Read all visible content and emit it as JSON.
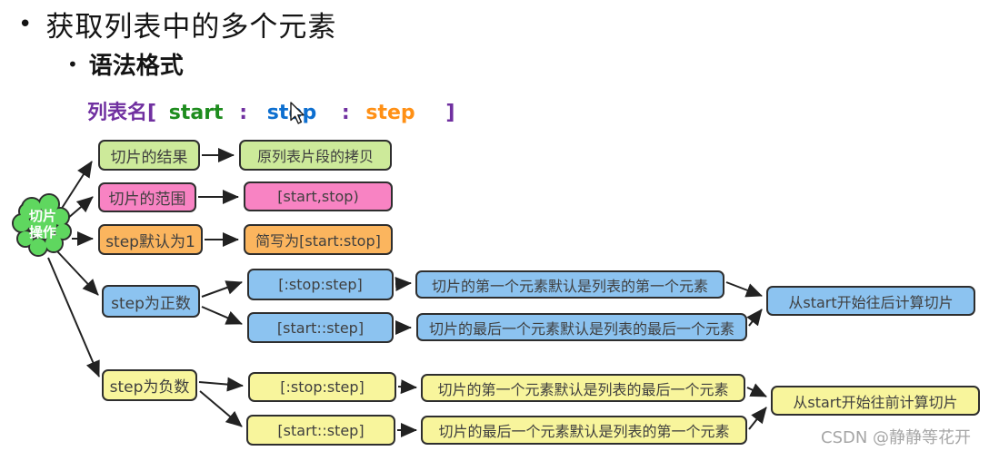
{
  "header": {
    "bullet": "•",
    "title": "获取列表中的多个元素",
    "subtitle": "语法格式"
  },
  "syntax": {
    "list_name": "列表名",
    "open_bracket": "[",
    "start": "start",
    "colon1": ":",
    "stop": "stop",
    "colon2": ":",
    "step": "step",
    "close_bracket": "]",
    "colors": {
      "list_name_and_punctuation": "#7030a0",
      "start": "#1e8c1e",
      "stop": "#0d6fd0",
      "step": "#ff9015"
    }
  },
  "diagram": {
    "root": {
      "line1": "切片",
      "line2": "操作",
      "fill": "#5fd75f"
    },
    "result": {
      "label": "切片的结果",
      "value": "原列表片段的拷贝",
      "fill": "#cdea9a"
    },
    "range": {
      "label": "切片的范围",
      "value": "[start,stop)",
      "fill": "#f883c3"
    },
    "step_default": {
      "label": "step默认为1",
      "value": "简写为[start:stop]",
      "fill": "#fbb55e"
    },
    "step_positive": {
      "label": "step为正数",
      "cases": [
        {
          "syntax": "[:stop:step]",
          "desc": "切片的第一个元素默认是列表的第一个元素"
        },
        {
          "syntax": "[start::step]",
          "desc": "切片的最后一个元素默认是列表的最后一个元素"
        }
      ],
      "conclusion": "从start开始往后计算切片",
      "fill": "#8cc3f0"
    },
    "step_negative": {
      "label": "step为负数",
      "cases": [
        {
          "syntax": "[:stop:step]",
          "desc": "切片的第一个元素默认是列表的最后一个元素"
        },
        {
          "syntax": "[start::step]",
          "desc": "切片的最后一个元素默认是列表的第一个元素"
        }
      ],
      "conclusion": "从start开始往前计算切片",
      "fill": "#f8f59c"
    },
    "arrow_color": "#222222",
    "border_color": "#2e2e2e"
  },
  "cursor_icon": "mouse-cursor",
  "watermark": "CSDN @静静等花开"
}
